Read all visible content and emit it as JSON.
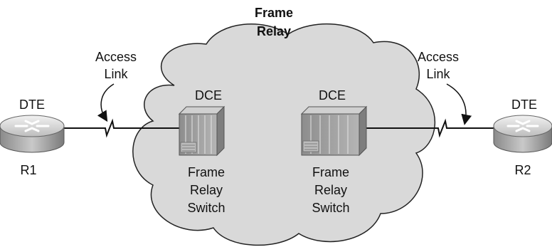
{
  "cloud": {
    "title_line1": "Frame",
    "title_line2": "Relay"
  },
  "access_left": {
    "line1": "Access",
    "line2": "Link"
  },
  "access_right": {
    "line1": "Access",
    "line2": "Link"
  },
  "router_left": {
    "role": "DTE",
    "name": "R1"
  },
  "router_right": {
    "role": "DTE",
    "name": "R2"
  },
  "switch_left": {
    "role": "DCE",
    "line1": "Frame",
    "line2": "Relay",
    "line3": "Switch"
  },
  "switch_right": {
    "role": "DCE",
    "line1": "Frame",
    "line2": "Relay",
    "line3": "Switch"
  },
  "colors": {
    "cloud_fill": "#d9d9d9",
    "cloud_stroke": "#222222",
    "link": "#111111",
    "router_body": "#a9a9a9",
    "switch_body": "#9a9a9a"
  }
}
